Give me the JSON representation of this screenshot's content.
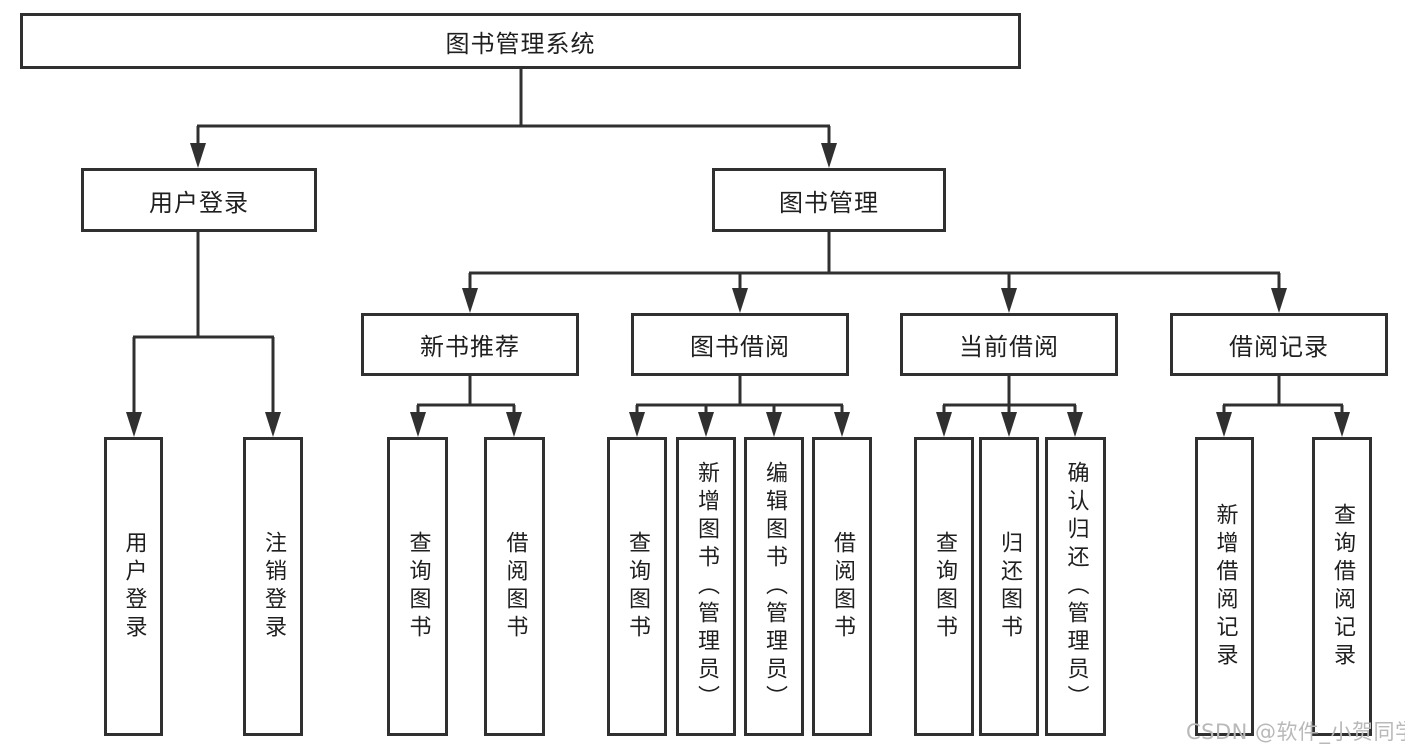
{
  "tree": {
    "root": {
      "label": "图书管理系统"
    },
    "branches": [
      {
        "label": "用户登录",
        "children": [
          {
            "label": "用户登录"
          },
          {
            "label": "注销登录"
          }
        ]
      },
      {
        "label": "图书管理",
        "groups": [
          {
            "label": "新书推荐",
            "children": [
              {
                "label": "查询图书"
              },
              {
                "label": "借阅图书"
              }
            ]
          },
          {
            "label": "图书借阅",
            "children": [
              {
                "label": "查询图书"
              },
              {
                "label": "新增图书（管理员）"
              },
              {
                "label": "编辑图书（管理员）"
              },
              {
                "label": "借阅图书"
              }
            ]
          },
          {
            "label": "当前借阅",
            "children": [
              {
                "label": "查询图书"
              },
              {
                "label": "归还图书"
              },
              {
                "label": "确认归还（管理员）"
              }
            ]
          },
          {
            "label": "借阅记录",
            "children": [
              {
                "label": "新增借阅记录"
              },
              {
                "label": "查询借阅记录"
              }
            ]
          }
        ]
      }
    ]
  },
  "watermark": {
    "text": "CSDN @软件_小贺同学"
  },
  "colors": {
    "line": "#303030",
    "text": "#1f1f1f",
    "background": "#ffffff",
    "watermark": "#b9b9b9"
  }
}
